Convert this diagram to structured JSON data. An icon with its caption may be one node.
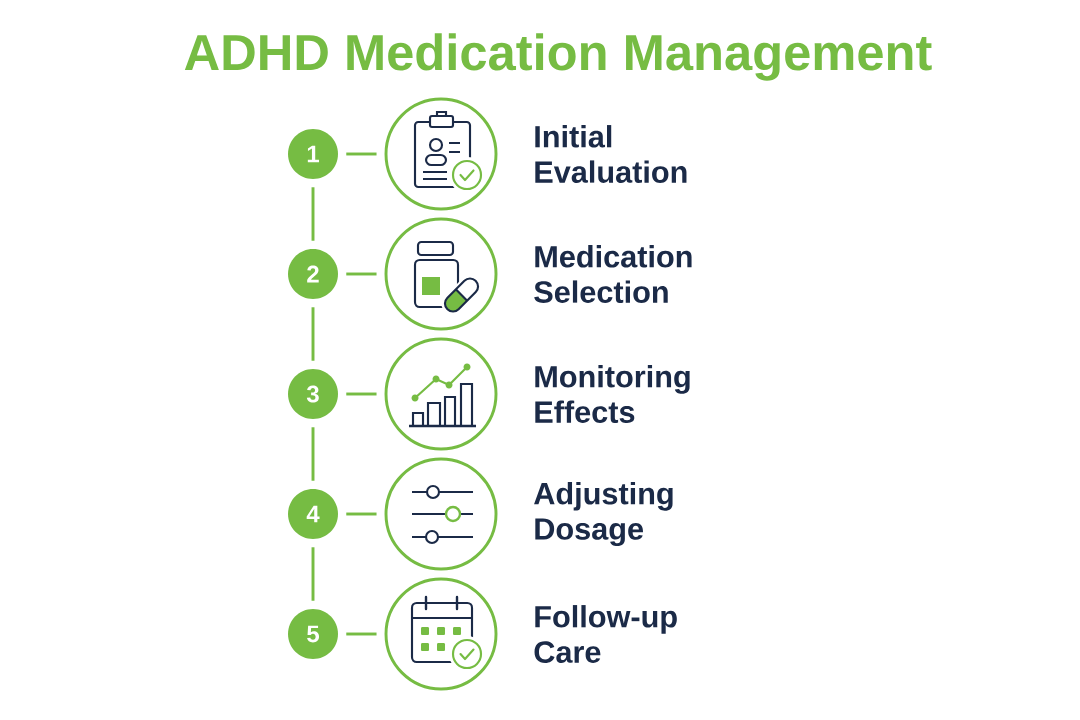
{
  "diagram": {
    "title": "ADHD Medication Management",
    "nodes": [
      {
        "text": [
          "1"
        ]
      },
      {
        "text": [],
        "shape": "circle",
        "beside": [
          "Initial Evaluation"
        ]
      },
      {
        "text": [
          "2"
        ]
      },
      {
        "text": [],
        "shape": "circle",
        "beside": [
          "Medication Selection"
        ]
      },
      {
        "text": [
          "3"
        ]
      },
      {
        "text": [],
        "shape": "circle",
        "beside": [
          "Monitoring Effects"
        ]
      },
      {
        "text": [
          "4"
        ]
      },
      {
        "text": [],
        "shape": "circle",
        "beside": [
          "Adjusting Dosage"
        ]
      },
      {
        "text": [
          "5"
        ]
      },
      {
        "text": [],
        "shape": "circle",
        "beside": [
          "Follow-up Care"
        ]
      }
    ],
    "edges": [
      {
        "from": 0,
        "to": 1,
        "arrow": "none"
      },
      {
        "from": 0,
        "to": 2,
        "arrow": "none"
      },
      {
        "from": 2,
        "to": 3,
        "arrow": "none"
      },
      {
        "from": 2,
        "to": 4,
        "arrow": "none"
      },
      {
        "from": 4,
        "to": 5,
        "arrow": "none"
      },
      {
        "from": 4,
        "to": 6,
        "arrow": "none"
      },
      {
        "from": 6,
        "to": 7,
        "arrow": "none"
      },
      {
        "from": 6,
        "to": 8,
        "arrow": "none"
      },
      {
        "from": 8,
        "to": 9,
        "arrow": "none"
      }
    ]
  }
}
